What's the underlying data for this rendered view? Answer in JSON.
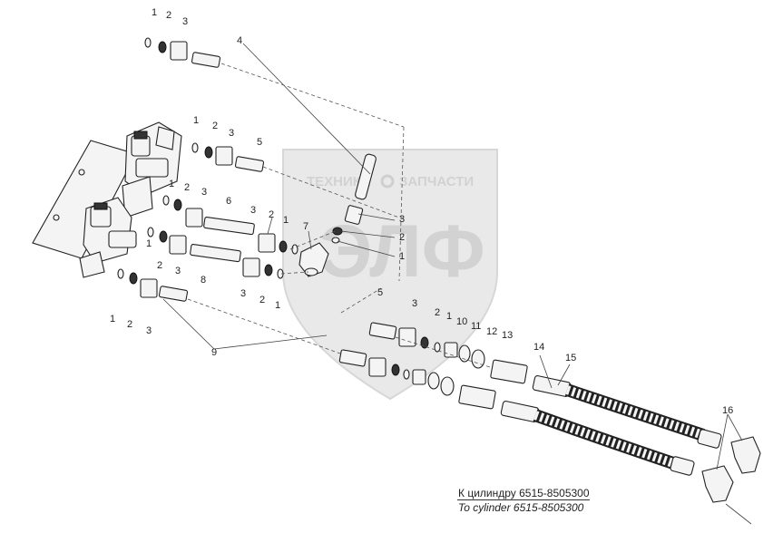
{
  "watermark": {
    "brand_left": "ТЕХНИКА",
    "brand_right": "ЗАПЧАСТИ",
    "logo": "ЭЛФ",
    "logo_icon": "gear-icon"
  },
  "caption": {
    "ru": "К цилиндру 6515-8505300",
    "en": "To cylinder 6515-8505300"
  },
  "callouts": [
    {
      "id": "c1a",
      "text": "1"
    },
    {
      "id": "c2a",
      "text": "2"
    },
    {
      "id": "c3a",
      "text": "3"
    },
    {
      "id": "c4",
      "text": "4"
    },
    {
      "id": "c1b",
      "text": "1"
    },
    {
      "id": "c2b",
      "text": "2"
    },
    {
      "id": "c3b",
      "text": "3"
    },
    {
      "id": "c5a",
      "text": "5"
    },
    {
      "id": "c1c",
      "text": "1"
    },
    {
      "id": "c2c",
      "text": "2"
    },
    {
      "id": "c3c",
      "text": "3"
    },
    {
      "id": "c6",
      "text": "6"
    },
    {
      "id": "c3d",
      "text": "3"
    },
    {
      "id": "c2d",
      "text": "2"
    },
    {
      "id": "c1d",
      "text": "1"
    },
    {
      "id": "c7",
      "text": "7"
    },
    {
      "id": "c3e",
      "text": "3"
    },
    {
      "id": "c2e",
      "text": "2"
    },
    {
      "id": "c1e",
      "text": "1"
    },
    {
      "id": "c1f",
      "text": "1"
    },
    {
      "id": "c2f",
      "text": "2"
    },
    {
      "id": "c3f",
      "text": "3"
    },
    {
      "id": "c8",
      "text": "8"
    },
    {
      "id": "c3g",
      "text": "3"
    },
    {
      "id": "c2g",
      "text": "2"
    },
    {
      "id": "c1g",
      "text": "1"
    },
    {
      "id": "c1h",
      "text": "1"
    },
    {
      "id": "c2h",
      "text": "2"
    },
    {
      "id": "c3h",
      "text": "3"
    },
    {
      "id": "c9",
      "text": "9"
    },
    {
      "id": "c5b",
      "text": "5"
    },
    {
      "id": "c3i",
      "text": "3"
    },
    {
      "id": "c2i",
      "text": "2"
    },
    {
      "id": "c1i",
      "text": "1"
    },
    {
      "id": "c10",
      "text": "10"
    },
    {
      "id": "c11",
      "text": "11"
    },
    {
      "id": "c12",
      "text": "12"
    },
    {
      "id": "c13",
      "text": "13"
    },
    {
      "id": "c14",
      "text": "14"
    },
    {
      "id": "c15",
      "text": "15"
    },
    {
      "id": "c16",
      "text": "16"
    }
  ]
}
